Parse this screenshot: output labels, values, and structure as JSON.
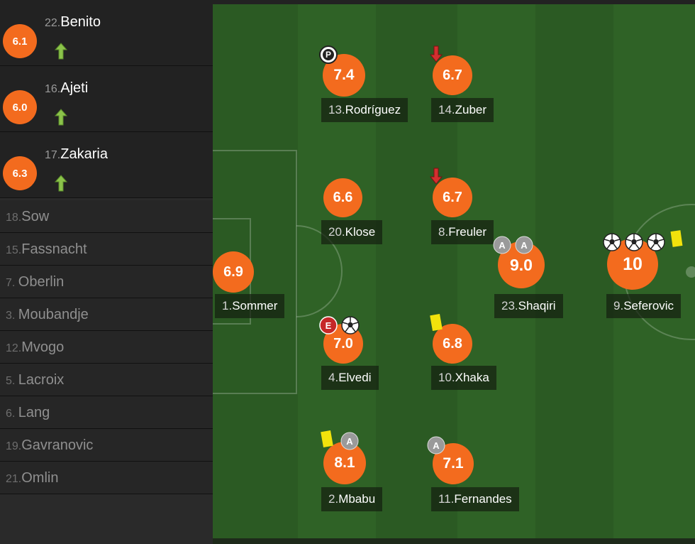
{
  "substitutes": [
    {
      "rating": "6.1",
      "number": "22.",
      "name": "Benito"
    },
    {
      "rating": "6.0",
      "number": "16.",
      "name": "Ajeti"
    },
    {
      "rating": "6.3",
      "number": "17.",
      "name": "Zakaria"
    }
  ],
  "bench": [
    {
      "number": "18.",
      "name": "Sow"
    },
    {
      "number": "15.",
      "name": "Fassnacht"
    },
    {
      "number": "7. ",
      "name": "Oberlin"
    },
    {
      "number": "3. ",
      "name": "Moubandje"
    },
    {
      "number": "12.",
      "name": "Mvogo"
    },
    {
      "number": "5. ",
      "name": "Lacroix"
    },
    {
      "number": "6. ",
      "name": "Lang"
    },
    {
      "number": "19.",
      "name": "Gavranovic"
    },
    {
      "number": "21.",
      "name": "Omlin"
    }
  ],
  "players": {
    "rodriguez": {
      "rating": "7.4",
      "number": "13.",
      "name": "Rodríguez"
    },
    "zuber": {
      "rating": "6.7",
      "number": "14.",
      "name": "Zuber"
    },
    "klose": {
      "rating": "6.6",
      "number": "20.",
      "name": "Klose"
    },
    "freuler": {
      "rating": "6.7",
      "number": "8. ",
      "name": "Freuler"
    },
    "sommer": {
      "rating": "6.9",
      "number": "1. ",
      "name": "Sommer"
    },
    "shaqiri": {
      "rating": "9.0",
      "number": "23.",
      "name": "Shaqiri"
    },
    "seferovic": {
      "rating": "10",
      "number": "9. ",
      "name": "Seferovic"
    },
    "elvedi": {
      "rating": "7.0",
      "number": "4. ",
      "name": "Elvedi"
    },
    "xhaka": {
      "rating": "6.8",
      "number": "10.",
      "name": "Xhaka"
    },
    "mbabu": {
      "rating": "8.1",
      "number": "2. ",
      "name": "Mbabu"
    },
    "fernandes": {
      "rating": "7.1",
      "number": "11.",
      "name": "Fernandes"
    }
  },
  "icons": {
    "sub_in": "sub-in-arrow-icon",
    "sub_out": "sub-out-arrow-icon",
    "goal": "football-icon",
    "assist": "assist-icon",
    "yellow": "yellow-card-icon",
    "penalty": "penalty-icon",
    "own_goal_missed": "error-icon"
  },
  "colors": {
    "rating_bg": "#f36b1e",
    "sub_in_arrow": "#8bc34a",
    "sub_out_arrow": "#d32f2f",
    "yellow_card": "#f2e20c"
  }
}
